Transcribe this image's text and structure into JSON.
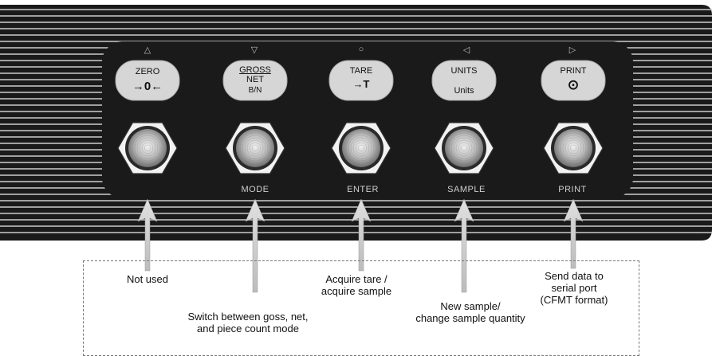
{
  "keys": [
    {
      "id": "zero",
      "top_label": "ZERO",
      "symbol": "→0←",
      "bottom_label": "",
      "indicator": "△",
      "under_label": ""
    },
    {
      "id": "gross",
      "top_label": "GROSS",
      "mid_label": "NET",
      "symbol": "",
      "bottom_label": "B/N",
      "indicator": "▽",
      "under_label": "MODE"
    },
    {
      "id": "tare",
      "top_label": "TARE",
      "symbol": "→T",
      "bottom_label": "",
      "indicator": "○",
      "under_label": "ENTER"
    },
    {
      "id": "units",
      "top_label": "UNITS",
      "symbol": "",
      "bottom_label": "Units",
      "indicator": "◁",
      "under_label": "SAMPLE"
    },
    {
      "id": "print",
      "top_label": "PRINT",
      "symbol": "⊙",
      "bottom_label": "",
      "indicator": "▷",
      "under_label": "PRINT"
    }
  ],
  "callouts": {
    "not_used": "Not used",
    "switch_line1": "Switch between goss, net,",
    "switch_line2": "and piece count mode",
    "acquire_line1": "Acquire tare /",
    "acquire_line2": "acquire sample",
    "new_sample_line1": "New sample/",
    "new_sample_line2": "change sample quantity",
    "send_line1": "Send data to",
    "send_line2": "serial port",
    "send_line3": "(CFMT format)"
  },
  "colors": {
    "panel": "#1a1a1a",
    "stripe": "#cccccc",
    "key_face": "#d6d6d6",
    "arrow": "#c8c8c8"
  }
}
